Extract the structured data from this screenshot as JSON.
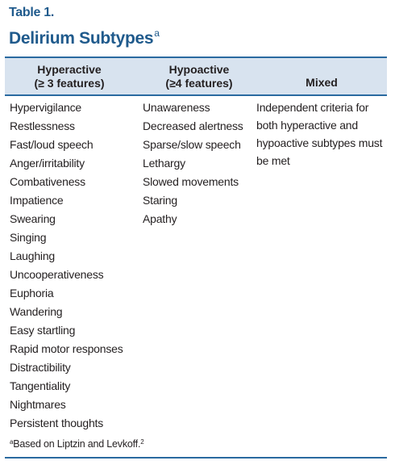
{
  "table_label": "Table 1.",
  "title": {
    "text": "Delirium Subtypes",
    "superscript": "a"
  },
  "columns": [
    {
      "name": "Hyperactive",
      "criteria": "(≥ 3 features)"
    },
    {
      "name": "Hypoactive",
      "criteria": "(≥4 features)"
    },
    {
      "name": "Mixed",
      "criteria": ""
    }
  ],
  "hyperactive_features": [
    "Hypervigilance",
    "Restlessness",
    "Fast/loud speech",
    "Anger/irritability",
    "Combativeness",
    "Impatience",
    "Swearing",
    "Singing",
    "Laughing",
    "Uncooperativeness",
    "Euphoria",
    "Wandering",
    "Easy startling",
    "Rapid motor responses",
    "Distractibility",
    "Tangentiality",
    "Nightmares",
    "Persistent thoughts"
  ],
  "hypoactive_features": [
    "Unawareness",
    "Decreased alertness",
    "Sparse/slow speech",
    "Lethargy",
    "Slowed movements",
    "Staring",
    "Apathy"
  ],
  "mixed_text": "Independent criteria for both hyperactive and hypoactive subtypes must be met",
  "footnote": {
    "marker": "a",
    "text": "Based on Liptzin and Levkoff.",
    "reference": "2"
  },
  "colors": {
    "title": "#1f5a8c",
    "rule": "#2a6aa0",
    "header_bg": "#d8e3ef",
    "text": "#231f20"
  }
}
